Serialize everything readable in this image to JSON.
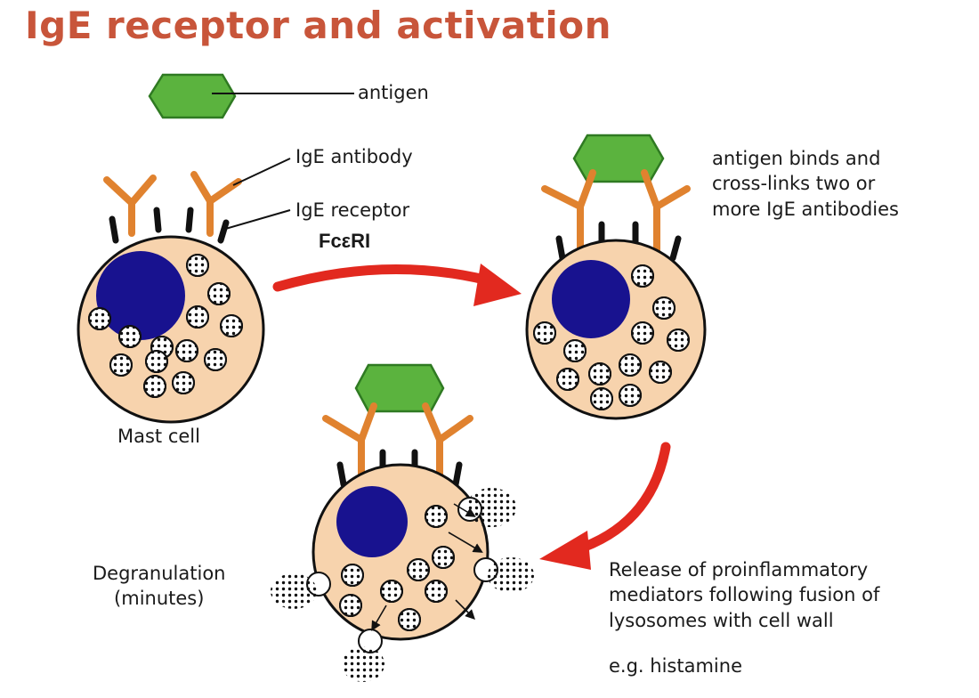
{
  "title": "IgE receptor and activation",
  "labels": {
    "antigen": "antigen",
    "ige_antibody": "IgE antibody",
    "ige_receptor": "IgE receptor",
    "receptor_name": "FcεRI",
    "mast_cell": "Mast cell",
    "binding_note": "antigen binds and\ncross-links two or\nmore IgE antibodies",
    "degranulation": "Degranulation\n(minutes)",
    "release_note": "Release of proinflammatory\nmediators following fusion of\nlysosomes with cell wall",
    "example": "e.g. histamine"
  },
  "colors": {
    "title": "#c8553a",
    "antigen": "#5bb33e",
    "antibody": "#e0822f",
    "cell": "#f7d3ad",
    "nucleus": "#18128f",
    "arrow": "#e2291f"
  }
}
